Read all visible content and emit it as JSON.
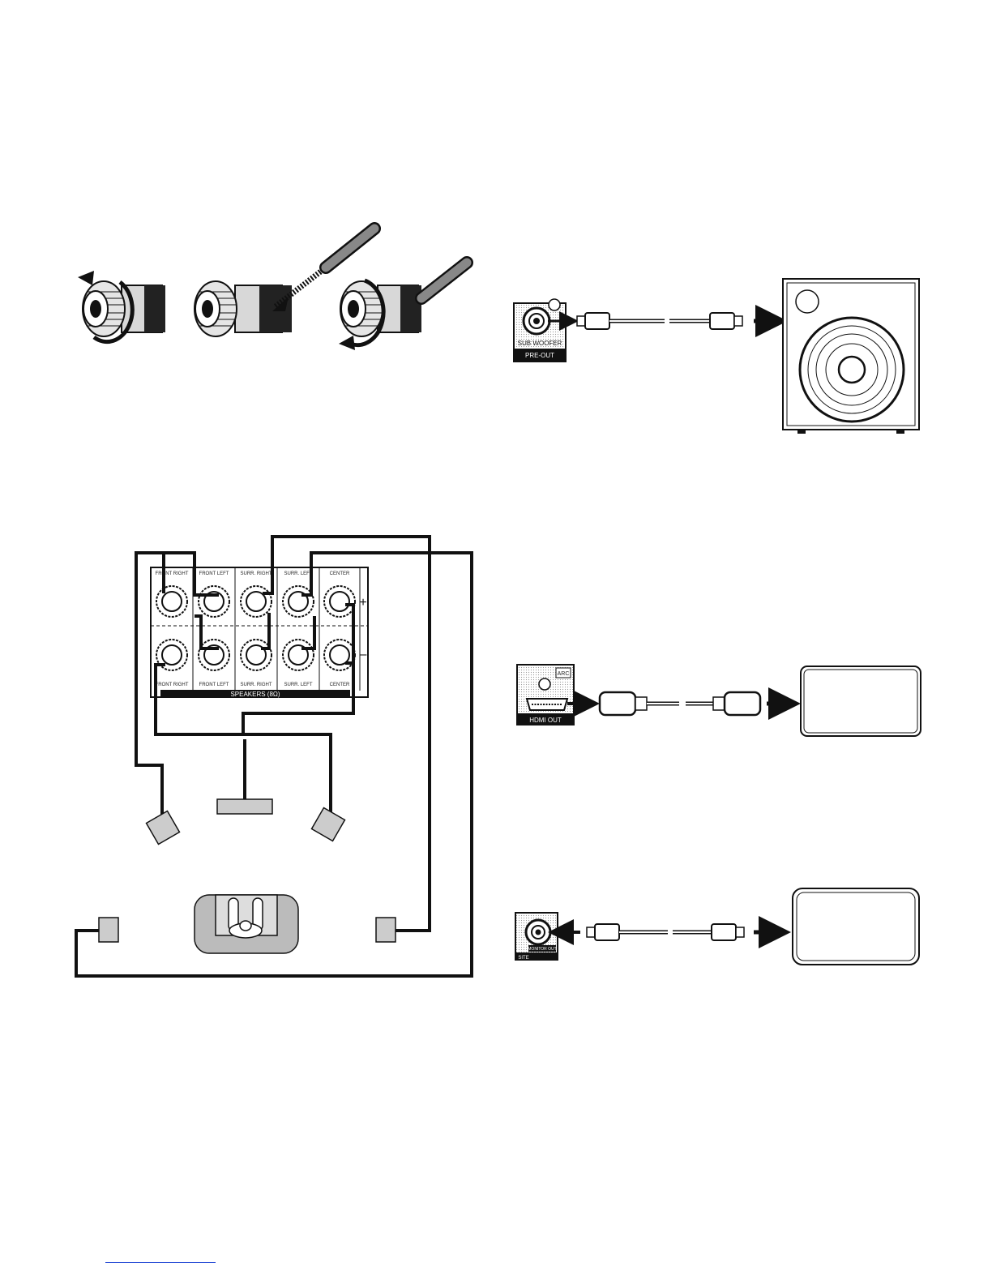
{
  "speaker_panel": {
    "top_labels": [
      "FRONT RIGHT",
      "FRONT LEFT",
      "SURR. RIGHT",
      "SURR. LEFT",
      "CENTER"
    ],
    "bottom_labels": [
      "FRONT RIGHT",
      "FRONT LEFT",
      "SURR. RIGHT",
      "SURR. LEFT",
      "CENTER"
    ],
    "title": "SPEAKERS (8Ω)",
    "plus": "+",
    "minus": "–"
  },
  "subwoofer_jack": {
    "label": "SUB WOOFER",
    "band": "PRE-OUT"
  },
  "hdmi_jack": {
    "arc": "ARC",
    "band": "HDMI OUT"
  },
  "monitor_jack": {
    "label": "MONITOR OUT",
    "band": "SITE"
  },
  "colors": {
    "line": "#111111",
    "fill_gray": "#cccccc",
    "link_rule": "#2b4fd6"
  }
}
